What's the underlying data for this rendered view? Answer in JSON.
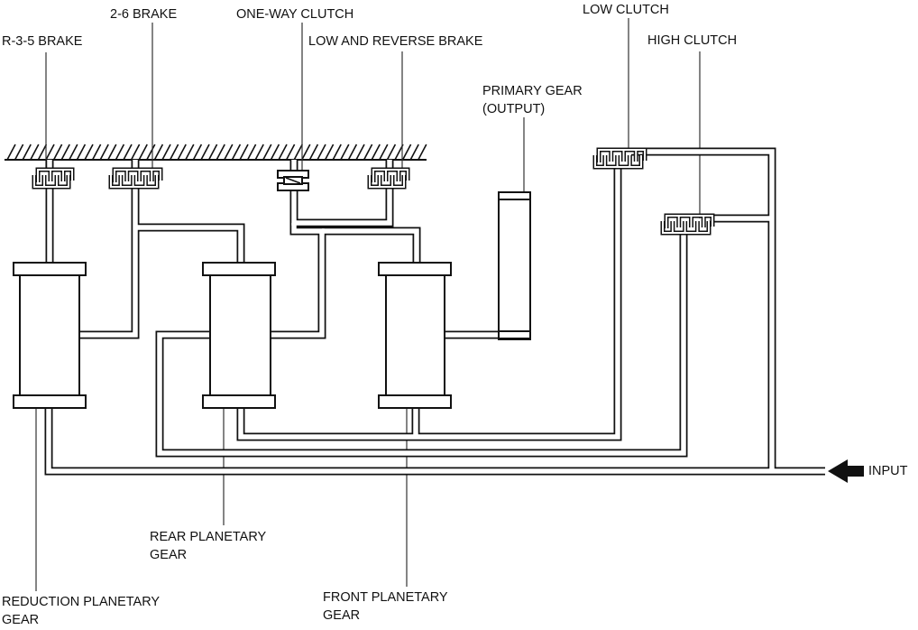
{
  "labels": {
    "r35_brake": "R-3-5 BRAKE",
    "brake_26": "2-6 BRAKE",
    "one_way_clutch": "ONE-WAY CLUTCH",
    "low_reverse_brake": "LOW AND REVERSE BRAKE",
    "primary_gear_1": "PRIMARY GEAR",
    "primary_gear_2": "(OUTPUT)",
    "low_clutch": "LOW CLUTCH",
    "high_clutch": "HIGH CLUTCH",
    "input": "INPUT",
    "rear_planetary_1": "REAR PLANETARY",
    "rear_planetary_2": "GEAR",
    "reduction_planetary_1": "REDUCTION PLANETARY",
    "reduction_planetary_2": "GEAR",
    "front_planetary_1": "FRONT PLANETARY",
    "front_planetary_2": "GEAR"
  },
  "icons": {
    "input_arrow": "arrow-left-icon",
    "ground": "hatched-ground"
  },
  "colors": {
    "line": "#111111",
    "background": "#ffffff"
  }
}
